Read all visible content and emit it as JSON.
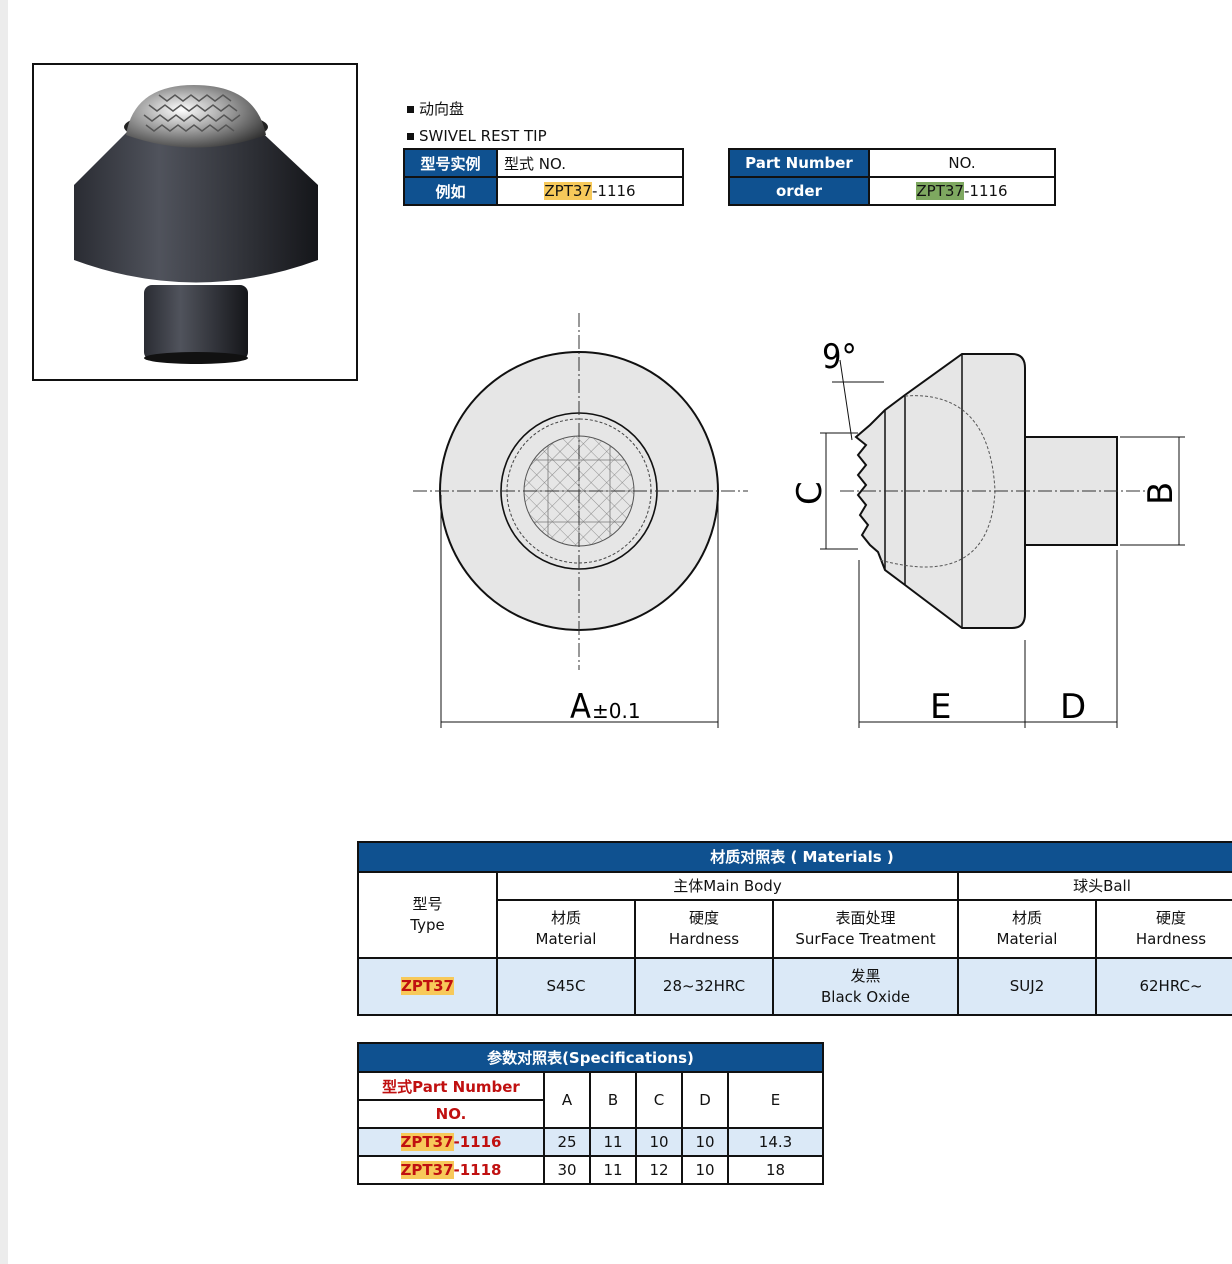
{
  "headings": {
    "cn": "动向盘",
    "en": "SWIVEL REST TIP"
  },
  "example_cn": {
    "label1": "型号实例",
    "value1": "型式  NO.",
    "label2": "例如",
    "value2_prefix": "ZPT37",
    "value2_suffix": "-1116"
  },
  "example_en": {
    "label1": "Part Number",
    "value1": "NO.",
    "label2": "order",
    "value2_prefix": "ZPT37",
    "value2_suffix": "-1116"
  },
  "drawing": {
    "angle": "9°",
    "dim_a": "A",
    "dim_a_tol": "±0.1",
    "dim_b": "B",
    "dim_c": "C",
    "dim_d": "D",
    "dim_e": "E"
  },
  "materials": {
    "title": "材质对照表 ( Materials )",
    "type_header": "型号\nType",
    "main_body": "主体Main Body",
    "ball": "球头Ball",
    "cols": [
      "材质\nMaterial",
      "硬度\nHardness",
      "表面处理\nSurFace Treatment",
      "材质\nMaterial",
      "硬度\nHardness"
    ],
    "row": {
      "type": "ZPT37",
      "values": [
        "S45C",
        "28~32HRC",
        "发黑\nBlack Oxide",
        "SUJ2",
        "62HRC~"
      ]
    }
  },
  "specs": {
    "title": "参数对照表(Specifications)",
    "pn_header": "型式Part Number",
    "no_header": "NO.",
    "cols": [
      "A",
      "B",
      "C",
      "D",
      "E"
    ],
    "rows": [
      {
        "prefix": "ZPT37",
        "suffix": "-1116",
        "values": [
          "25",
          "11",
          "10",
          "10",
          "14.3"
        ]
      },
      {
        "prefix": "ZPT37",
        "suffix": "-1118",
        "values": [
          "30",
          "11",
          "12",
          "10",
          "18"
        ]
      }
    ]
  },
  "colors": {
    "header_blue": "#0f5190",
    "row_blue": "#dbe9f7",
    "highlight_yellow": "#f7c95a",
    "highlight_green": "#7ea860",
    "red_text": "#c01010"
  }
}
